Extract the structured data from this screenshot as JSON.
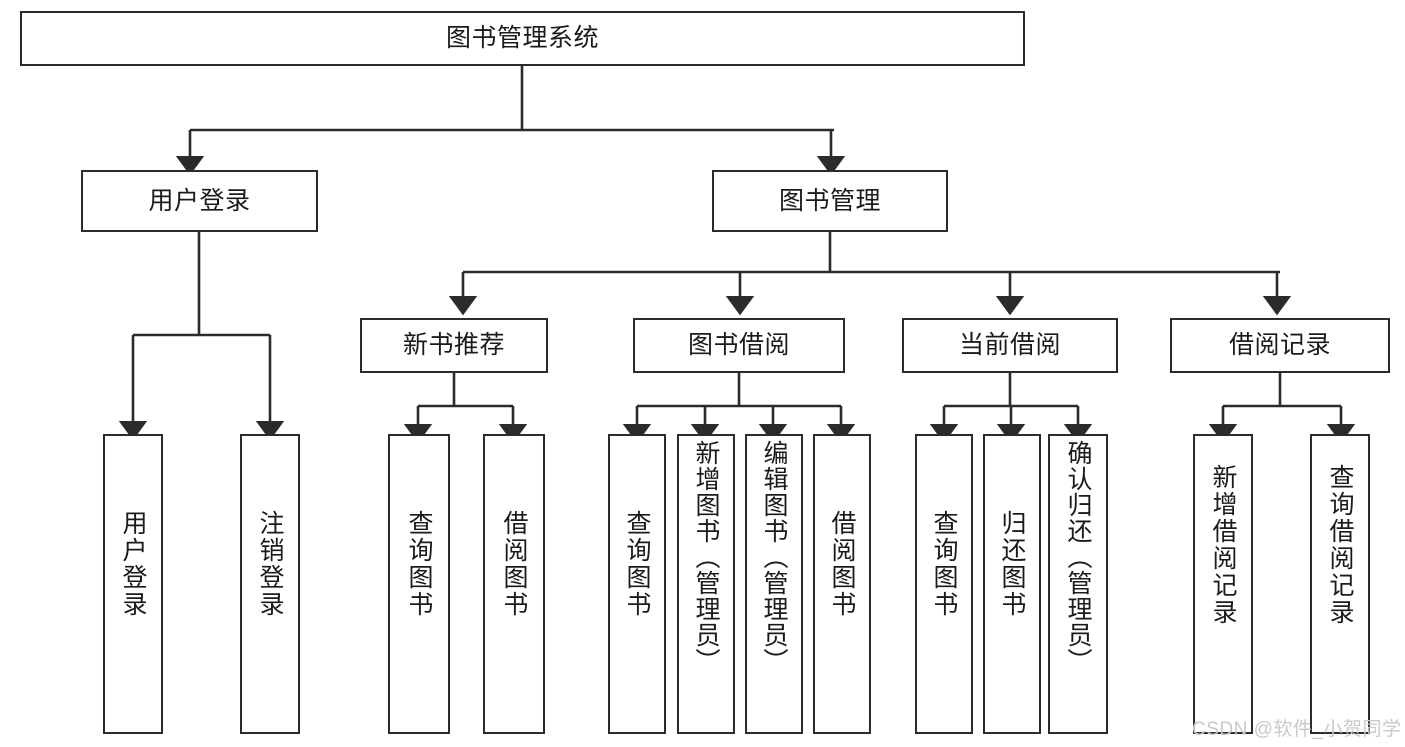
{
  "diagram": {
    "title": "图书管理系统",
    "type": "tree-hierarchy",
    "orientation": "top-down",
    "colors": {
      "box_border": "#2b2b2b",
      "box_fill": "#ffffff",
      "edge": "#2b2b2b",
      "text": "#1b1b1b",
      "watermark": "#c9c9c9",
      "background": "#ffffff"
    }
  },
  "root": {
    "label": "图书管理系统"
  },
  "level1": [
    {
      "label": "用户登录"
    },
    {
      "label": "图书管理"
    }
  ],
  "level2": [
    {
      "label": "新书推荐"
    },
    {
      "label": "图书借阅"
    },
    {
      "label": "当前借阅"
    },
    {
      "label": "借阅记录"
    }
  ],
  "leaves": {
    "user_login": [
      {
        "label": "用户登录"
      },
      {
        "label": "注销登录"
      }
    ],
    "new_book_recommend": [
      {
        "label": "查询图书"
      },
      {
        "label": "借阅图书"
      }
    ],
    "book_borrow": [
      {
        "label": "查询图书"
      },
      {
        "label": "新增图书（管理员）"
      },
      {
        "label": "编辑图书（管理员）"
      },
      {
        "label": "借阅图书"
      }
    ],
    "current_borrow": [
      {
        "label": "查询图书"
      },
      {
        "label": "归还图书"
      },
      {
        "label": "确认归还（管理员）"
      }
    ],
    "borrow_record": [
      {
        "label": "新增借阅记录"
      },
      {
        "label": "查询借阅记录"
      }
    ]
  },
  "watermark": {
    "text": "CSDN @软件_小贺同学"
  }
}
